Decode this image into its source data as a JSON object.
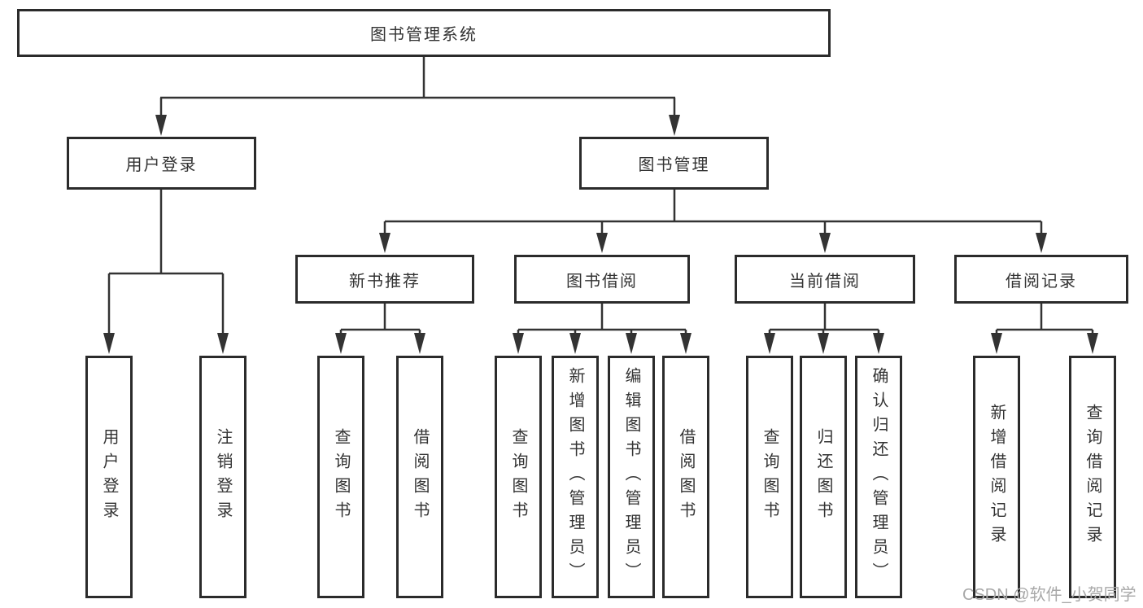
{
  "diagram": {
    "root": {
      "label": "图书管理系统"
    },
    "level2": [
      {
        "label": "用户登录"
      },
      {
        "label": "图书管理"
      }
    ],
    "level3": [
      {
        "label": "新书推荐"
      },
      {
        "label": "图书借阅"
      },
      {
        "label": "当前借阅"
      },
      {
        "label": "借阅记录"
      }
    ],
    "leaves": {
      "user_login": [
        {
          "label": "用户登录"
        },
        {
          "label": "注销登录"
        }
      ],
      "new_book": [
        {
          "label": "查询图书"
        },
        {
          "label": "借阅图书"
        }
      ],
      "book_borrow": [
        {
          "label": "查询图书"
        },
        {
          "label": "新增图书（管理员）"
        },
        {
          "label": "编辑图书（管理员）"
        },
        {
          "label": "借阅图书"
        }
      ],
      "current_borrow": [
        {
          "label": "查询图书"
        },
        {
          "label": "归还图书"
        },
        {
          "label": "确认归还（管理员）"
        }
      ],
      "borrow_record": [
        {
          "label": "新增借阅记录"
        },
        {
          "label": "查询借阅记录"
        }
      ]
    },
    "watermark": "CSDN @软件_小贺同学",
    "colors": {
      "line": "#333333",
      "box_border": "#2b2b2b",
      "text": "#333333",
      "background": "#ffffff",
      "watermark": "#a8a8a8"
    }
  }
}
